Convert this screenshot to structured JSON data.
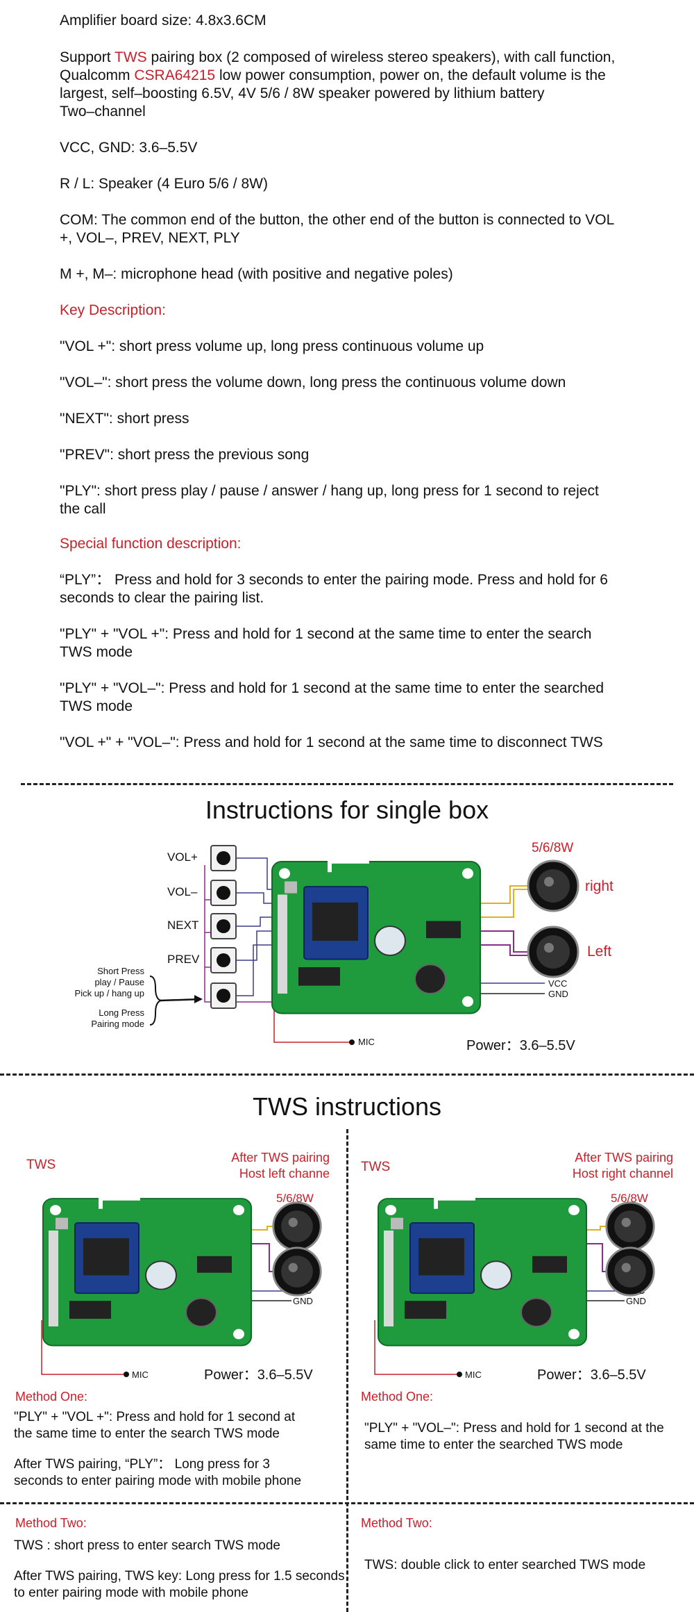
{
  "specs": {
    "board_size": "Amplifier board size: 4.8x3.6CM",
    "support_pre": "Support ",
    "support_tws": "TWS",
    "support_mid": " pairing box (2 composed of wireless stereo speakers), with call function,",
    "qualcomm_pre": "Qualcomm ",
    "qualcomm_chip": "CSRA64215",
    "qualcomm_post": " low power consumption, power on, the default volume is the",
    "line3": "largest, self–boosting 6.5V, 4V 5/6 / 8W speaker powered by lithium battery",
    "line4": "Two–channel",
    "vcc": "VCC, GND: 3.6–5.5V",
    "rl": "R / L: Speaker (4 Euro 5/6 / 8W)",
    "com1": "COM: The common end of the button, the other end of the button is connected to VOL",
    "com2": "+, VOL–, PREV, NEXT, PLY",
    "mic": "M +, M–: microphone head (with positive and negative poles)"
  },
  "keys": {
    "heading": "Key Description:",
    "vol_up": "\"VOL +\": short press volume up, long press continuous volume up",
    "vol_down": "\"VOL–\": short press the volume down, long press the continuous volume down",
    "next": "\"NEXT\": short press",
    "prev": "\"PREV\": short press the previous song",
    "ply1": "\"PLY\": short press play / pause / answer / hang up, long press for 1 second to reject",
    "ply2": "the call"
  },
  "special": {
    "heading": "Special function description:",
    "s1a": "“PLY”： Press and hold for 3 seconds to enter the pairing mode. Press and hold for 6",
    "s1b": "seconds to clear the pairing list.",
    "s2a": "\"PLY\" + \"VOL +\": Press and hold for 1 second at the same time to enter the search",
    "s2b": "TWS mode",
    "s3a": "\"PLY\" + \"VOL–\": Press and hold for 1 second at the same time to enter the searched",
    "s3b": "TWS mode",
    "s4": "\"VOL +\" + \"VOL–\": Press and hold for 1 second at the same time to disconnect TWS"
  },
  "single": {
    "title": "Instructions for single box",
    "buttons": [
      "VOL+",
      "VOL–",
      "NEXT",
      "PREV"
    ],
    "ply_note": [
      "Short Press",
      "play / Pause",
      "Pick up / hang up",
      "Long Press",
      "Pairing mode"
    ],
    "speaker_rating": "5/6/8W",
    "right": "right",
    "left": "Left",
    "vcc": "VCC",
    "gnd": "GND",
    "mic": "MIC",
    "power": "Power：3.6–5.5V"
  },
  "tws": {
    "title": "TWS instructions",
    "left_panel": {
      "tws": "TWS",
      "after1": "After TWS pairing",
      "after2": "Host left channe",
      "rating": "5/6/8W",
      "vcc": "VCC",
      "gnd": "GND",
      "mic": "MIC",
      "power": "Power：3.6–5.5V",
      "m1_heading": "Method One:",
      "m1a": "\"PLY\" + \"VOL +\": Press and hold for 1 second at",
      "m1b": "the same time to enter the search TWS mode",
      "m1c": "After TWS pairing, “PLY”： Long press for 3",
      "m1d": "seconds to enter pairing mode with mobile phone",
      "m2_heading": "Method Two:",
      "m2a": "TWS : short press to enter search TWS mode",
      "m2b": "After TWS pairing, TWS key: Long press for 1.5 seconds",
      "m2c": "to enter pairing mode with mobile phone"
    },
    "right_panel": {
      "tws": "TWS",
      "after1": "After TWS pairing",
      "after2": "Host right channel",
      "rating": "5/6/8W",
      "vcc": "VCC",
      "gnd": "GND",
      "mic": "MIC",
      "power": "Power：3.6–5.5V",
      "m1_heading": "Method One:",
      "m1a": "\"PLY\" + \"VOL–\": Press and hold for 1 second at the",
      "m1b": "same time to enter the searched TWS mode",
      "m2_heading": "Method Two:",
      "m2a": "TWS: double click to enter searched TWS mode"
    }
  },
  "colors": {
    "accent_red": "#c8202a",
    "pcb_green": "#1f9a3c",
    "module_blue": "#1d3f8f"
  }
}
